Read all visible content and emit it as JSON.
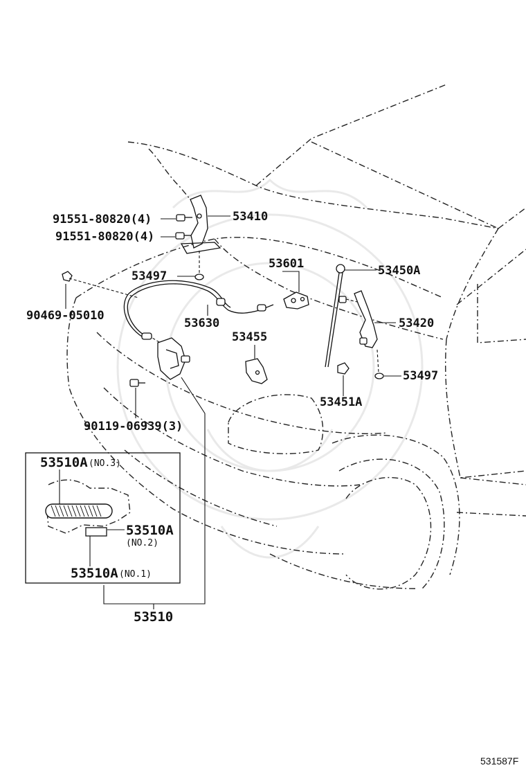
{
  "diagram": {
    "background": "#ffffff",
    "ink": "#111111",
    "parts": [
      {
        "id": "p53410",
        "label": "53410"
      },
      {
        "id": "p91551a",
        "label": "91551-80820(4)"
      },
      {
        "id": "p91551b",
        "label": "91551-80820(4)"
      },
      {
        "id": "p53497a",
        "label": "53497"
      },
      {
        "id": "p53601",
        "label": "53601"
      },
      {
        "id": "p53450a",
        "label": "53450A"
      },
      {
        "id": "p90469",
        "label": "90469-05010"
      },
      {
        "id": "p53630",
        "label": "53630"
      },
      {
        "id": "p53420",
        "label": "53420"
      },
      {
        "id": "p53455",
        "label": "53455"
      },
      {
        "id": "p53497b",
        "label": "53497"
      },
      {
        "id": "p53451a",
        "label": "53451A"
      },
      {
        "id": "p90119",
        "label": "90119-06939(3)"
      },
      {
        "id": "p53510",
        "label": "53510"
      }
    ],
    "inset": {
      "items": [
        {
          "label": "53510A",
          "note": "(NO.3)"
        },
        {
          "label": "53510A",
          "note": "(NO.2)"
        },
        {
          "label": "53510A",
          "note": "(NO.1)"
        }
      ]
    },
    "figure_code": "531587F"
  }
}
